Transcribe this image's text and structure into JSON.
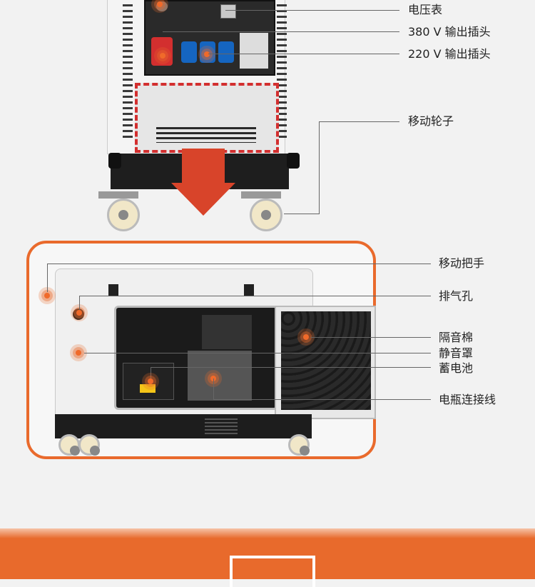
{
  "top_labels": {
    "voltmeter": "电压表",
    "socket_380v": "380 V 输出插头",
    "socket_220v": "220 V 输出插头",
    "wheels": "移动轮子"
  },
  "bottom_labels": {
    "handle": "移动把手",
    "exhaust": "排气孔",
    "insulation": "隔音棉",
    "cover": "静音罩",
    "battery": "蓄电池",
    "battery_cable": "电瓶连接线"
  },
  "colors": {
    "accent": "#e96a2c",
    "highlight_red": "#d32f2f",
    "socket_blue": "#1565c0",
    "footer": "#e86a2c"
  }
}
